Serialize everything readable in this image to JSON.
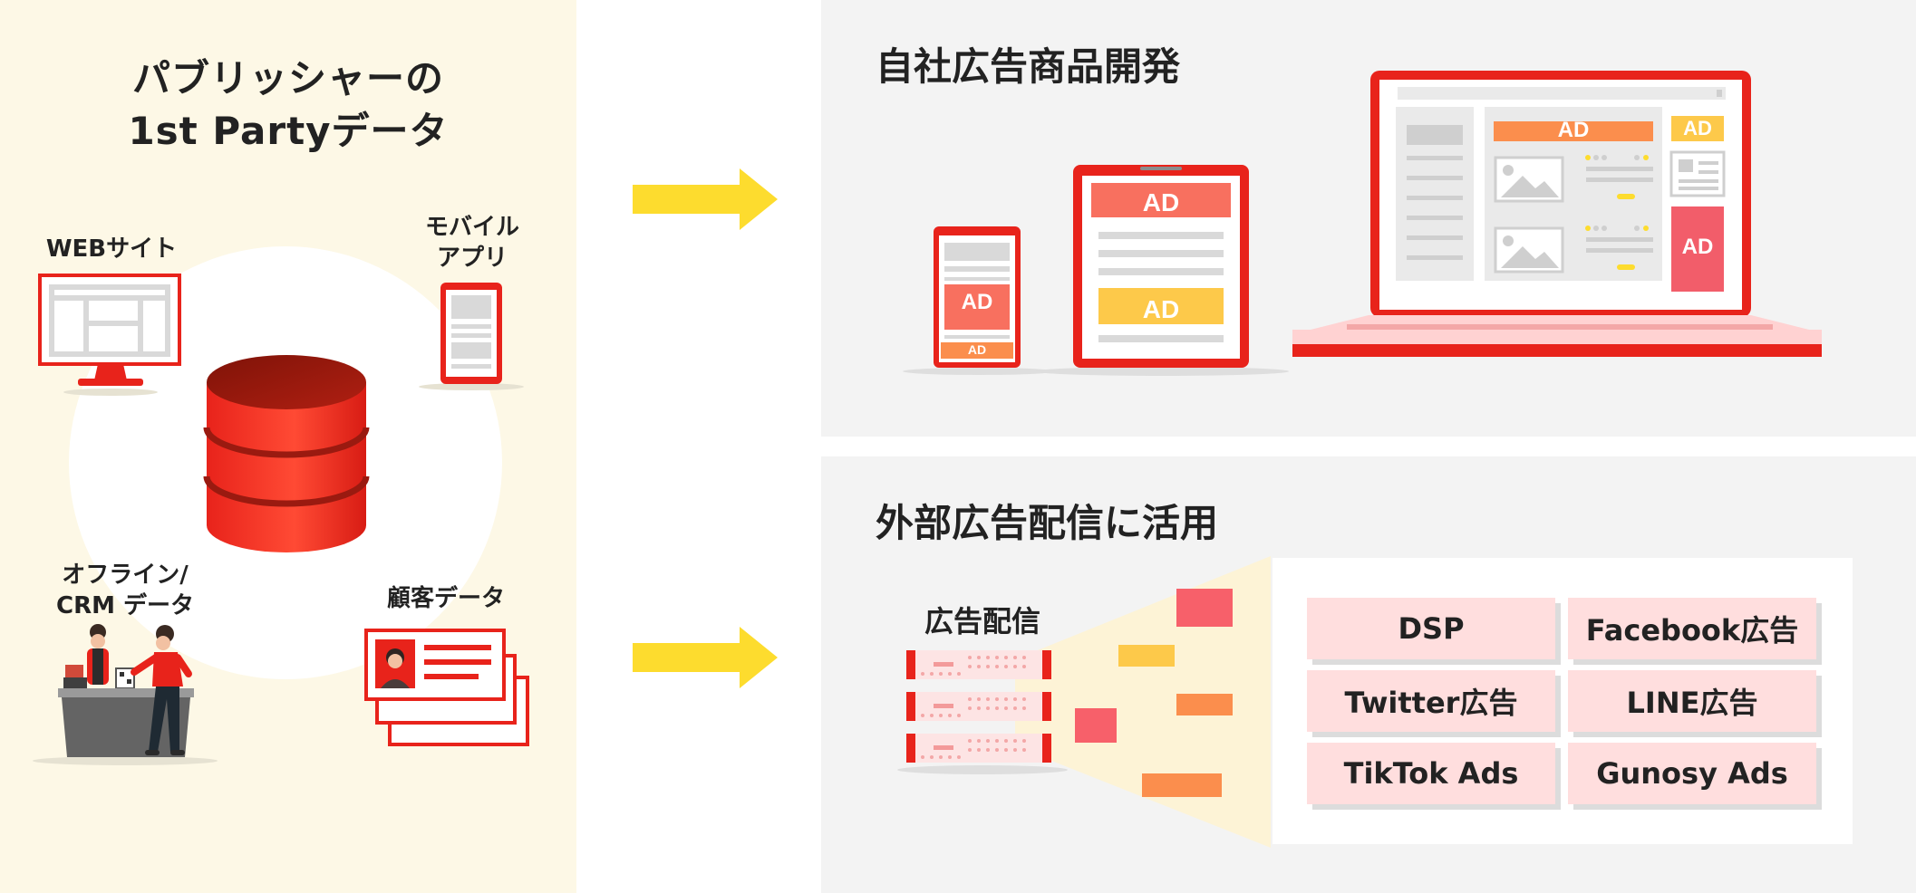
{
  "publisher": {
    "title_line1": "パブリッシャーの",
    "title_line2": "1st Partyデータ",
    "sources": {
      "website": "WEBサイト",
      "mobile_line1": "モバイル",
      "mobile_line2": "アプリ",
      "offline_line1": "オフライン/",
      "offline_line2": "CRM データ",
      "customer": "顧客データ"
    }
  },
  "own_products": {
    "title": "自社広告商品開発",
    "ad_label": "AD"
  },
  "external": {
    "title": "外部広告配信に活用",
    "server_label": "広告配信",
    "platforms": [
      "DSP",
      "Facebook広告",
      "Twitter広告",
      "LINE広告",
      "TikTok Ads",
      "Gunosy Ads"
    ]
  },
  "colors": {
    "brand_red": "#e8231b",
    "arrow_yellow": "#fddc2e",
    "ad_coral": "#f8705f",
    "ad_orange": "#fb8e4d",
    "ad_yellow": "#fdc94a",
    "platform_pink": "#ffdede",
    "cream": "#fdf8e6",
    "panel_gray": "#f3f3f3"
  }
}
